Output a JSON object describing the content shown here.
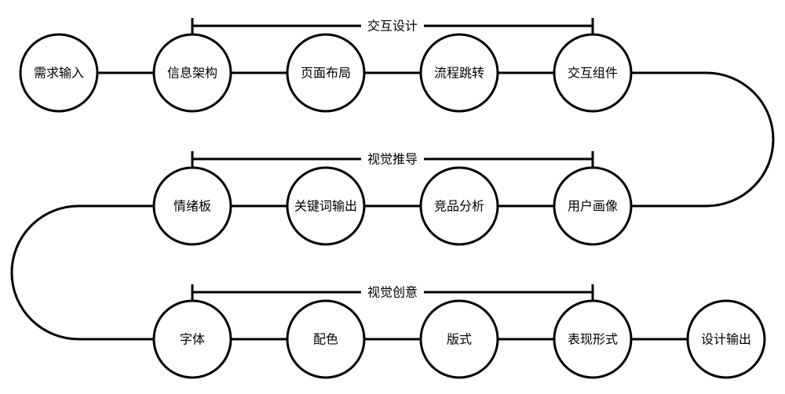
{
  "rows": [
    {
      "group_label": "交互设计",
      "nodes": [
        "需求输入",
        "信息架构",
        "页面布局",
        "流程跳转",
        "交互组件"
      ]
    },
    {
      "group_label": "视觉推导",
      "nodes": [
        "情绪板",
        "关键词输出",
        "竞品分析",
        "用户画像"
      ]
    },
    {
      "group_label": "视觉创意",
      "nodes": [
        "字体",
        "配色",
        "版式",
        "表现形式",
        "设计输出"
      ]
    }
  ],
  "colors": {
    "stroke": "#000000",
    "background": "#ffffff"
  }
}
